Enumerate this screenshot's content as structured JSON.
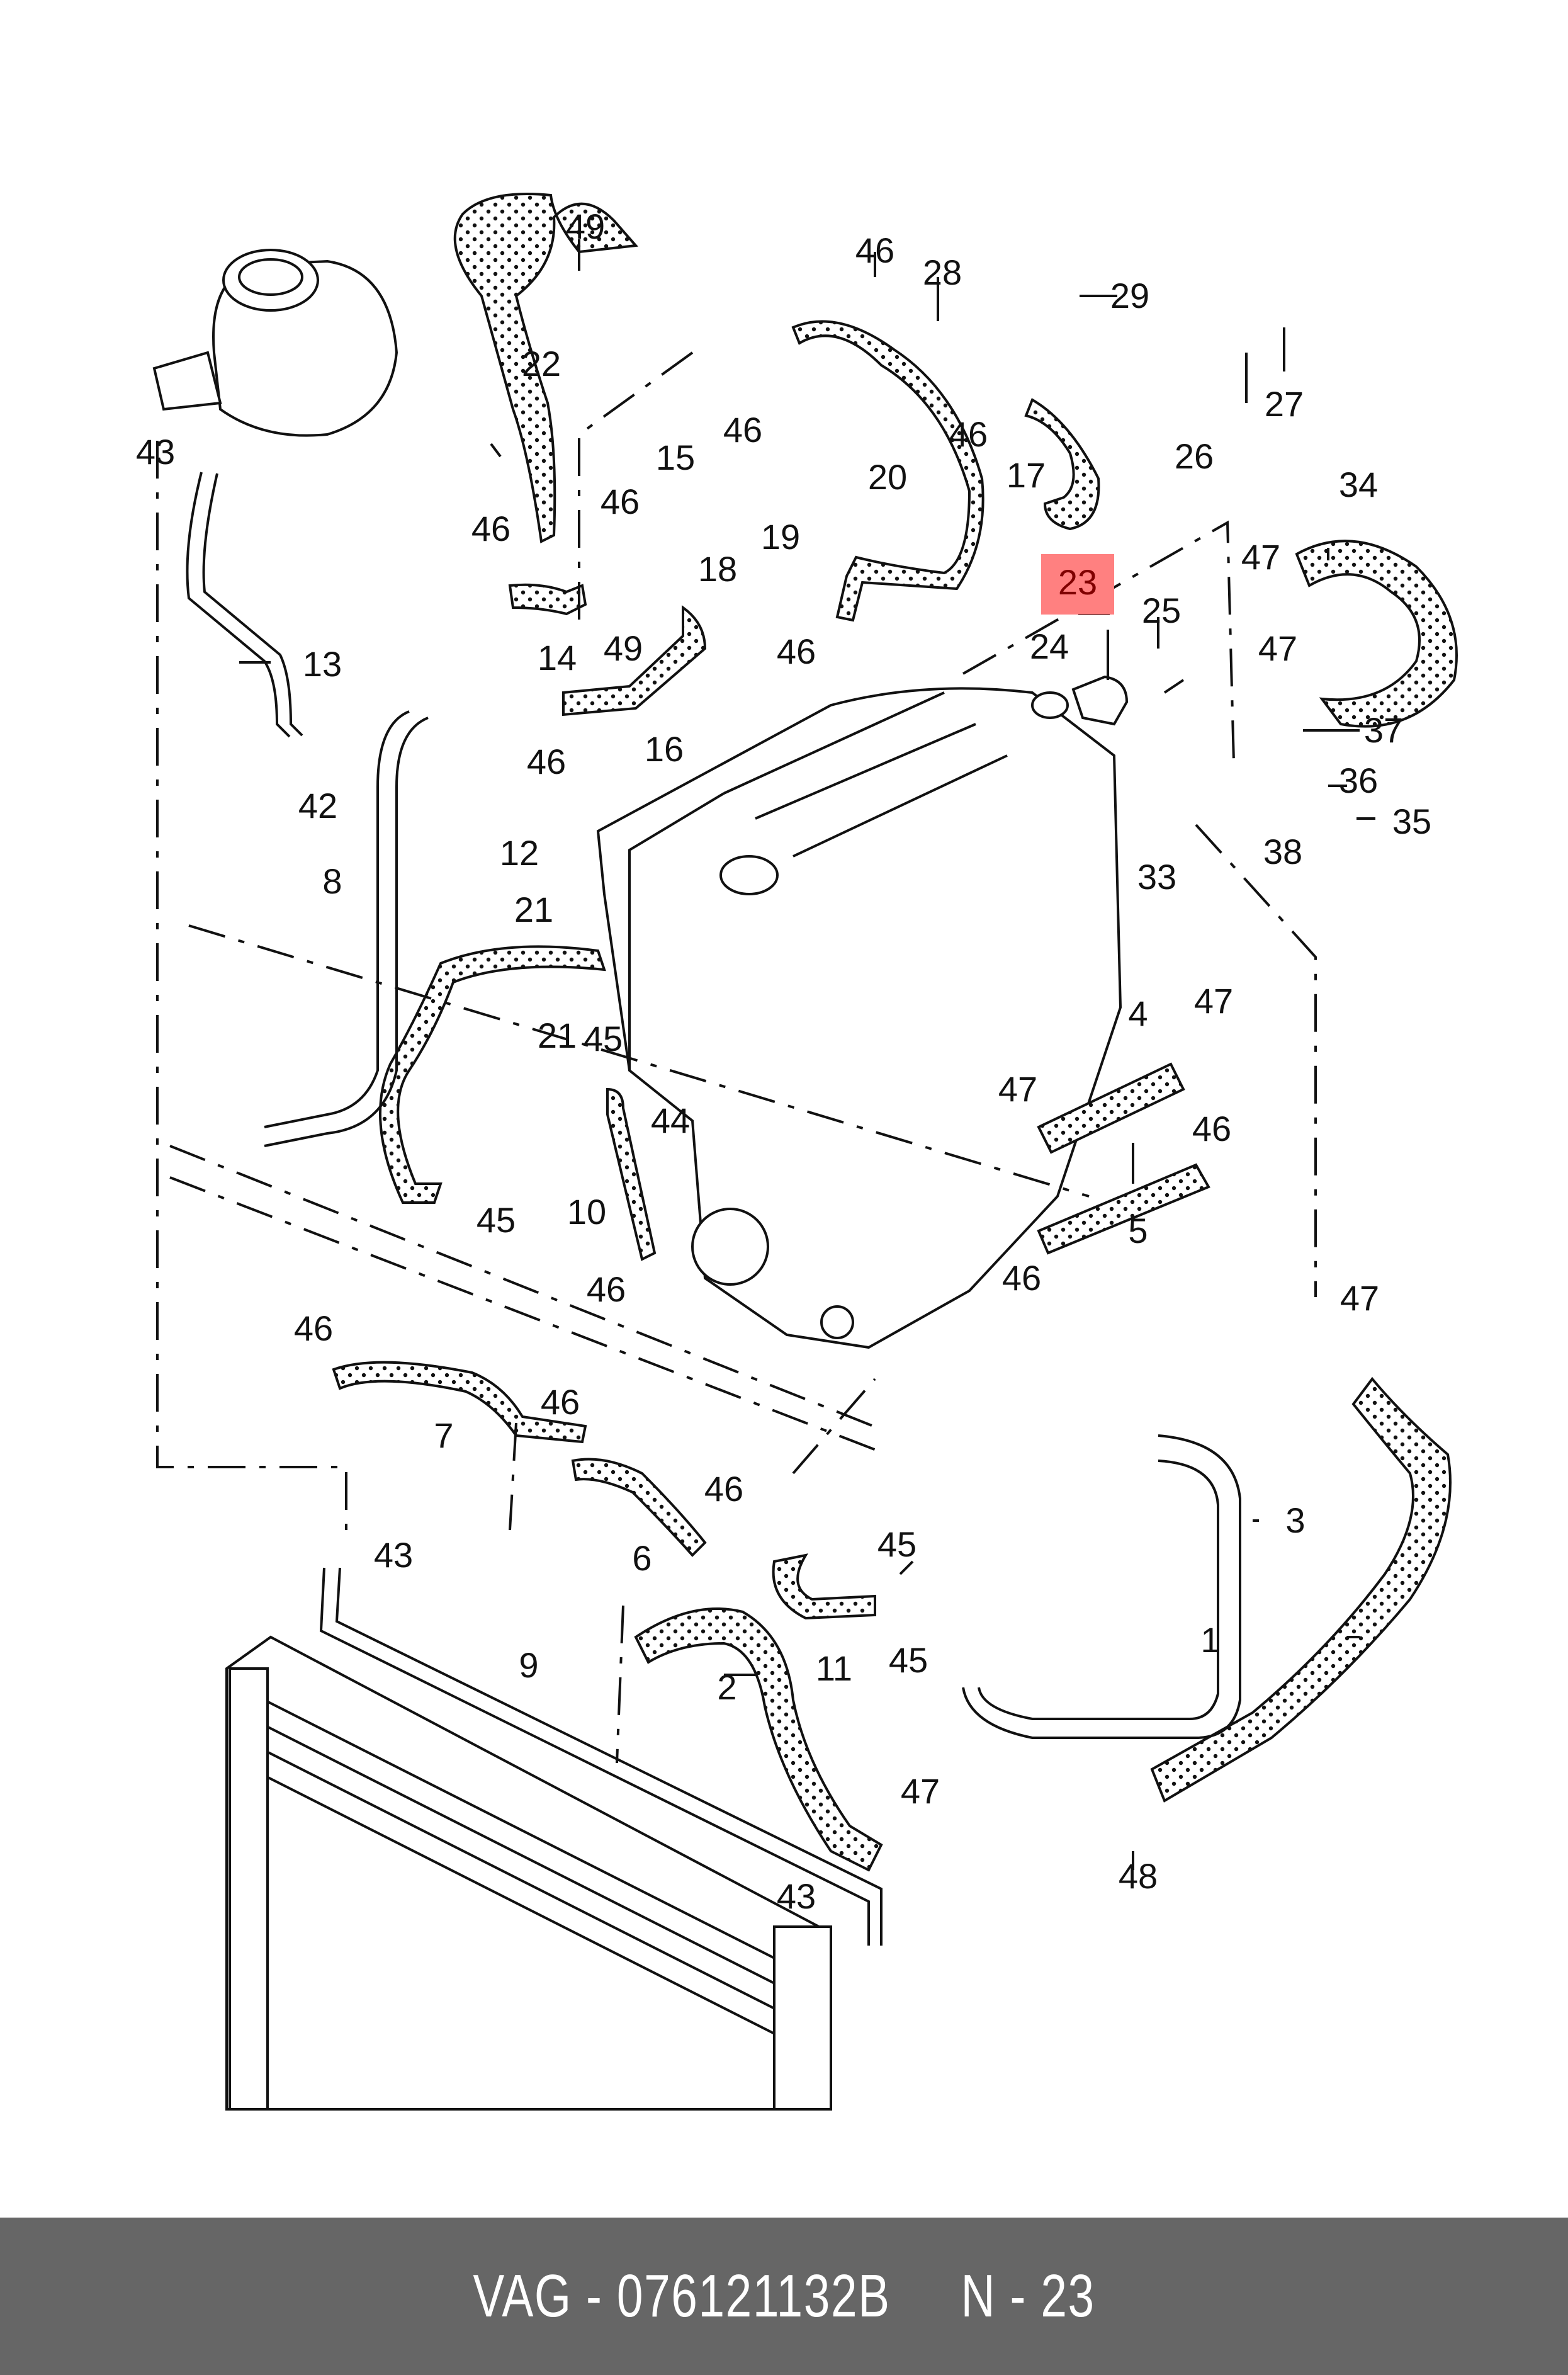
{
  "diagram": {
    "title": "Coolant system hoses and pipes exploded view",
    "highlighted_part": "23",
    "highlight_color": "#ff8080",
    "highlight_text_color": "#800000",
    "callouts": [
      {
        "id": "c1",
        "label": "1"
      },
      {
        "id": "c2",
        "label": "2"
      },
      {
        "id": "c3",
        "label": "3"
      },
      {
        "id": "c4",
        "label": "4"
      },
      {
        "id": "c5",
        "label": "5"
      },
      {
        "id": "c6",
        "label": "6"
      },
      {
        "id": "c7",
        "label": "7"
      },
      {
        "id": "c8",
        "label": "8"
      },
      {
        "id": "c9",
        "label": "9"
      },
      {
        "id": "c10",
        "label": "10"
      },
      {
        "id": "c11",
        "label": "11"
      },
      {
        "id": "c12",
        "label": "12"
      },
      {
        "id": "c13",
        "label": "13"
      },
      {
        "id": "c14",
        "label": "14"
      },
      {
        "id": "c15",
        "label": "15"
      },
      {
        "id": "c16",
        "label": "16"
      },
      {
        "id": "c17",
        "label": "17"
      },
      {
        "id": "c18",
        "label": "18"
      },
      {
        "id": "c19",
        "label": "19"
      },
      {
        "id": "c20",
        "label": "20"
      },
      {
        "id": "c21a",
        "label": "21"
      },
      {
        "id": "c21b",
        "label": "21"
      },
      {
        "id": "c22",
        "label": "22"
      },
      {
        "id": "c23",
        "label": "23"
      },
      {
        "id": "c24",
        "label": "24"
      },
      {
        "id": "c25",
        "label": "25"
      },
      {
        "id": "c26",
        "label": "26"
      },
      {
        "id": "c27",
        "label": "27"
      },
      {
        "id": "c28",
        "label": "28"
      },
      {
        "id": "c29",
        "label": "29"
      },
      {
        "id": "c33",
        "label": "33"
      },
      {
        "id": "c34",
        "label": "34"
      },
      {
        "id": "c35",
        "label": "35"
      },
      {
        "id": "c36",
        "label": "36"
      },
      {
        "id": "c37",
        "label": "37"
      },
      {
        "id": "c38",
        "label": "38"
      },
      {
        "id": "c42",
        "label": "42"
      },
      {
        "id": "c43a",
        "label": "43"
      },
      {
        "id": "c43b",
        "label": "43"
      },
      {
        "id": "c43c",
        "label": "43"
      },
      {
        "id": "c44",
        "label": "44"
      },
      {
        "id": "c45a",
        "label": "45"
      },
      {
        "id": "c45b",
        "label": "45"
      },
      {
        "id": "c45c",
        "label": "45"
      },
      {
        "id": "c45d",
        "label": "45"
      },
      {
        "id": "c46a",
        "label": "46"
      },
      {
        "id": "c46b",
        "label": "46"
      },
      {
        "id": "c46c",
        "label": "46"
      },
      {
        "id": "c46d",
        "label": "46"
      },
      {
        "id": "c46e",
        "label": "46"
      },
      {
        "id": "c46f",
        "label": "46"
      },
      {
        "id": "c46g",
        "label": "46"
      },
      {
        "id": "c46h",
        "label": "46"
      },
      {
        "id": "c46i",
        "label": "46"
      },
      {
        "id": "c46j",
        "label": "46"
      },
      {
        "id": "c46k",
        "label": "46"
      },
      {
        "id": "c46l",
        "label": "46"
      },
      {
        "id": "c46m",
        "label": "46"
      },
      {
        "id": "c47a",
        "label": "47"
      },
      {
        "id": "c47b",
        "label": "47"
      },
      {
        "id": "c47c",
        "label": "47"
      },
      {
        "id": "c47d",
        "label": "47"
      },
      {
        "id": "c47e",
        "label": "47"
      },
      {
        "id": "c47f",
        "label": "47"
      },
      {
        "id": "c48",
        "label": "48"
      },
      {
        "id": "c49a",
        "label": "49"
      },
      {
        "id": "c49b",
        "label": "49"
      }
    ]
  },
  "footer": {
    "text": "VAG - 076121132B     N - 23",
    "brand": "VAG",
    "part_number": "076121132B",
    "position_number": "N - 23",
    "background": "#666666",
    "text_color": "#ffffff"
  }
}
